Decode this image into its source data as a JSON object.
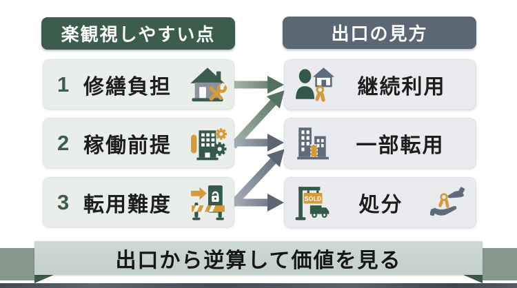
{
  "headers": {
    "left": "楽観視しやすい点",
    "right": "出口の見方"
  },
  "left_items": [
    {
      "number": "1",
      "label": "修繕負担",
      "icon": "house-repair-icon"
    },
    {
      "number": "2",
      "label": "稼働前提",
      "icon": "building-gears-icon"
    },
    {
      "number": "3",
      "label": "転用難度",
      "icon": "barrier-lock-icon"
    }
  ],
  "right_items": [
    {
      "label": "継続利用",
      "icon": "person-house-keys-icon"
    },
    {
      "label": "一部転用",
      "icon": "buildings-icon"
    },
    {
      "label": "処分",
      "icon": "sold-sign-truck-icon",
      "icon2": "handover-keys-icon",
      "sign_text": "SOLD"
    }
  ],
  "connections": [
    {
      "from": 1,
      "to": 1
    },
    {
      "from": 2,
      "to": 1
    },
    {
      "from": 2,
      "to": 2
    },
    {
      "from": 3,
      "to": 2
    },
    {
      "from": 3,
      "to": 3
    }
  ],
  "banner": {
    "text": "出口から逆算して価値を見る"
  },
  "colors": {
    "green_dark": "#3c5c4e",
    "slate": "#5a6774",
    "orange": "#d49a3c",
    "left_box_bg": "#eaeeea",
    "right_box_bg": "#e9ebee",
    "arrow_green": "#54705f",
    "arrow_slate": "#5b6672",
    "ribbon_band": "#c7d5cd",
    "ribbon_tail": "#84988e"
  }
}
